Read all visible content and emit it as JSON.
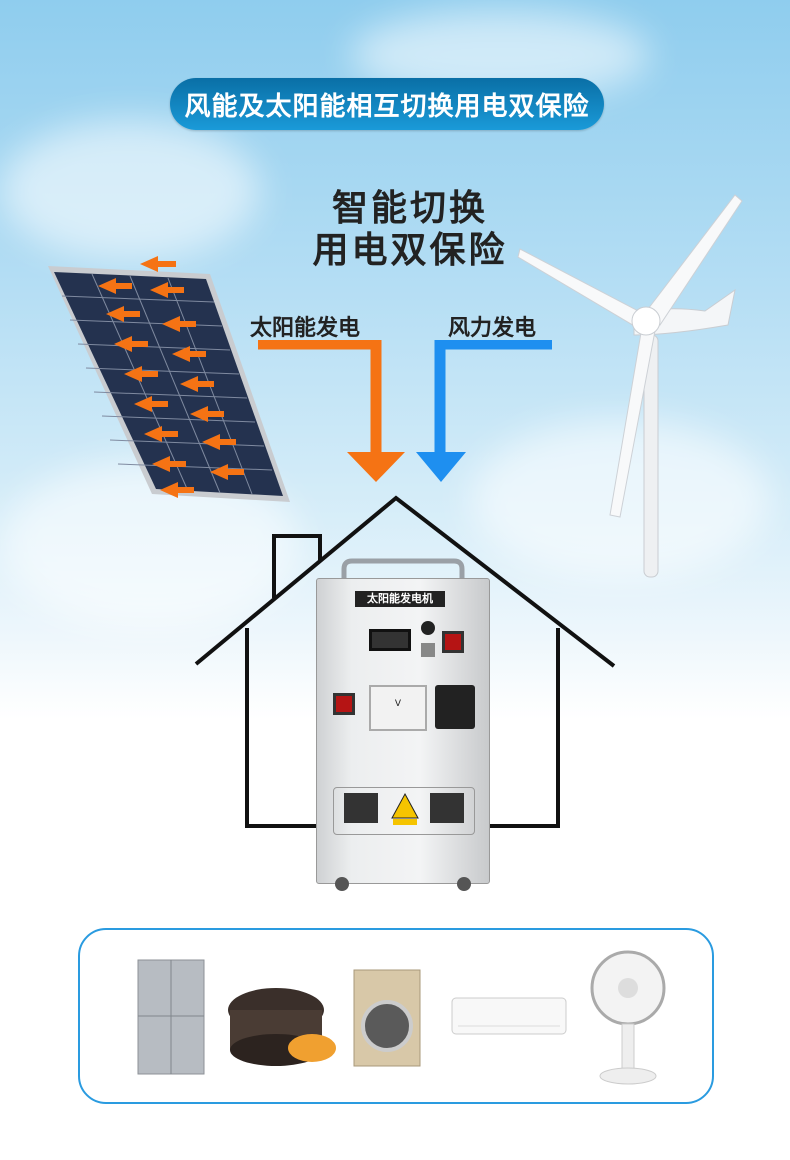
{
  "banner": {
    "text": "风能及太阳能相互切换用电双保险"
  },
  "headline": {
    "line1": "智能切换",
    "line2": "用电双保险"
  },
  "labels": {
    "solar": "太阳能发电",
    "wind": "风力发电"
  },
  "generator": {
    "title": "太阳能发电机",
    "meter_glyph": "V"
  },
  "appliances": [
    "refrigerator",
    "rice-cooker",
    "washing-machine",
    "air-conditioner",
    "desk-fan"
  ],
  "colors": {
    "orange": "#f57314",
    "blue": "#1e8ff0",
    "banner": "#1589c6",
    "border": "#2a9be0"
  }
}
